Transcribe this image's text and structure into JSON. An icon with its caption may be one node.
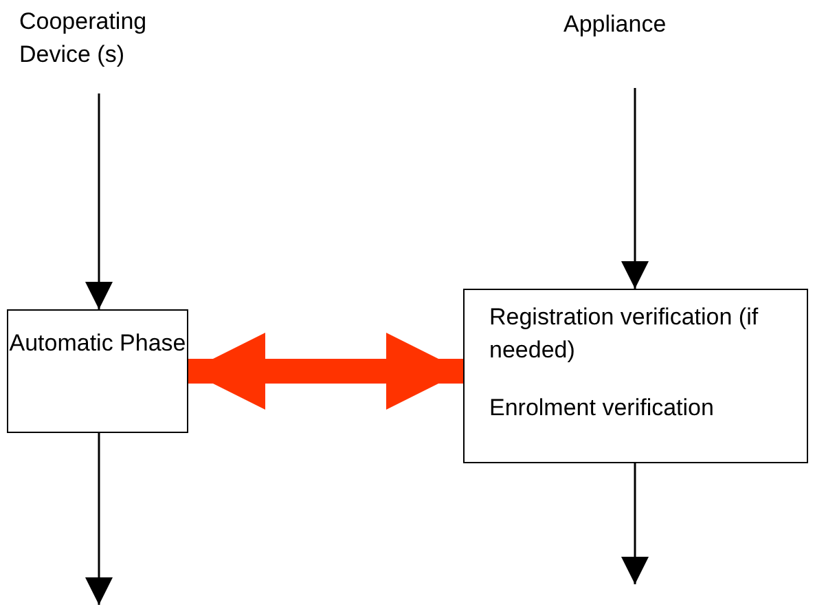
{
  "diagram": {
    "nodes": [
      {
        "text": [
          "Cooperating Device (s)"
        ]
      },
      {
        "text": [
          "Appliance"
        ]
      },
      {
        "text": [
          "Automatic Phase"
        ]
      },
      {
        "text": [
          "Registration verification (if needed)",
          "Enrolment verification"
        ]
      }
    ],
    "edges": [
      {
        "from": 0,
        "to": 2,
        "arrow": "to"
      },
      {
        "from": 1,
        "to": 3,
        "arrow": "to"
      },
      {
        "from": 2,
        "to": 3,
        "arrow": "both",
        "style": "thick",
        "color": "#ff3300"
      },
      {
        "from": 2,
        "to": null,
        "arrow": "to"
      },
      {
        "from": 3,
        "to": null,
        "arrow": "to"
      }
    ]
  }
}
